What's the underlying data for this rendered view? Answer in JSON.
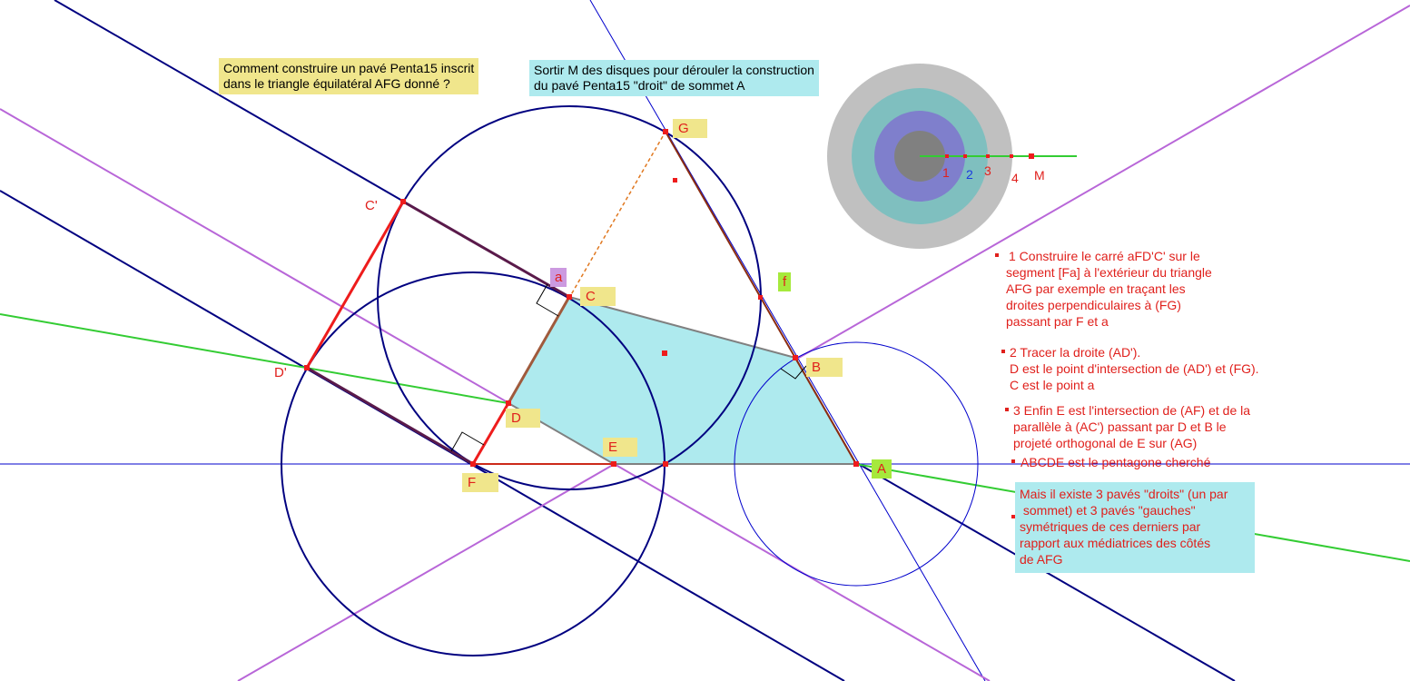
{
  "colors": {
    "dark_blue": "#000080",
    "thin_blue": "#0000cc",
    "purple": "#b866d8",
    "green": "#33cc33",
    "red": "#ee1c1c",
    "brown": "#8b2c10",
    "pentagon_fill": "#aeeaee",
    "yellow_box": "#f0e68c",
    "cyan_box": "#aeeaee",
    "label_red": "#e0201c"
  },
  "question_box": {
    "lines": [
      "Comment construire un pavé Penta15 inscrit",
      "dans le triangle équilatéral AFG donné ?"
    ]
  },
  "instruction_box": {
    "lines": [
      "Sortir M des disques pour dérouler la construction",
      "du pavé Penta15 \"droit\" de sommet A"
    ]
  },
  "disc_labels": [
    "1",
    "2",
    "3",
    "4",
    "M"
  ],
  "points": {
    "A": "A",
    "B": "B",
    "C": "C",
    "D": "D",
    "E": "E",
    "F": "F",
    "G": "G",
    "Cp": "C'",
    "Dp": "D'",
    "a": "a",
    "f": "f"
  },
  "steps": [
    {
      "lines": [
        "1 Construire le carré aFD'C' sur le",
        "segment [Fa] à l'extérieur du triangle",
        "AFG par exemple en traçant les",
        "droites perpendiculaires à (FG)",
        "passant par F et a"
      ]
    },
    {
      "lines": [
        "2 Tracer la droite (AD').",
        "D est le point d'intersection de (AD') et (FG).",
        "C est le point a"
      ]
    },
    {
      "lines": [
        "3 Enfin E est l'intersection de (AF) et de la",
        "parallèle à (AC') passant par D et B le",
        "projeté orthogonal de E sur (AG)"
      ]
    },
    {
      "lines": [
        "ABCDE est le pentagone cherché"
      ]
    }
  ],
  "note_box": {
    "lines": [
      "Mais il existe 3 pavés \"droits\" (un par",
      " sommet) et 3 pavés \"gauches\"",
      "symétriques de ces derniers par",
      "rapport aux médiatrices des côtés",
      "de AFG"
    ]
  }
}
